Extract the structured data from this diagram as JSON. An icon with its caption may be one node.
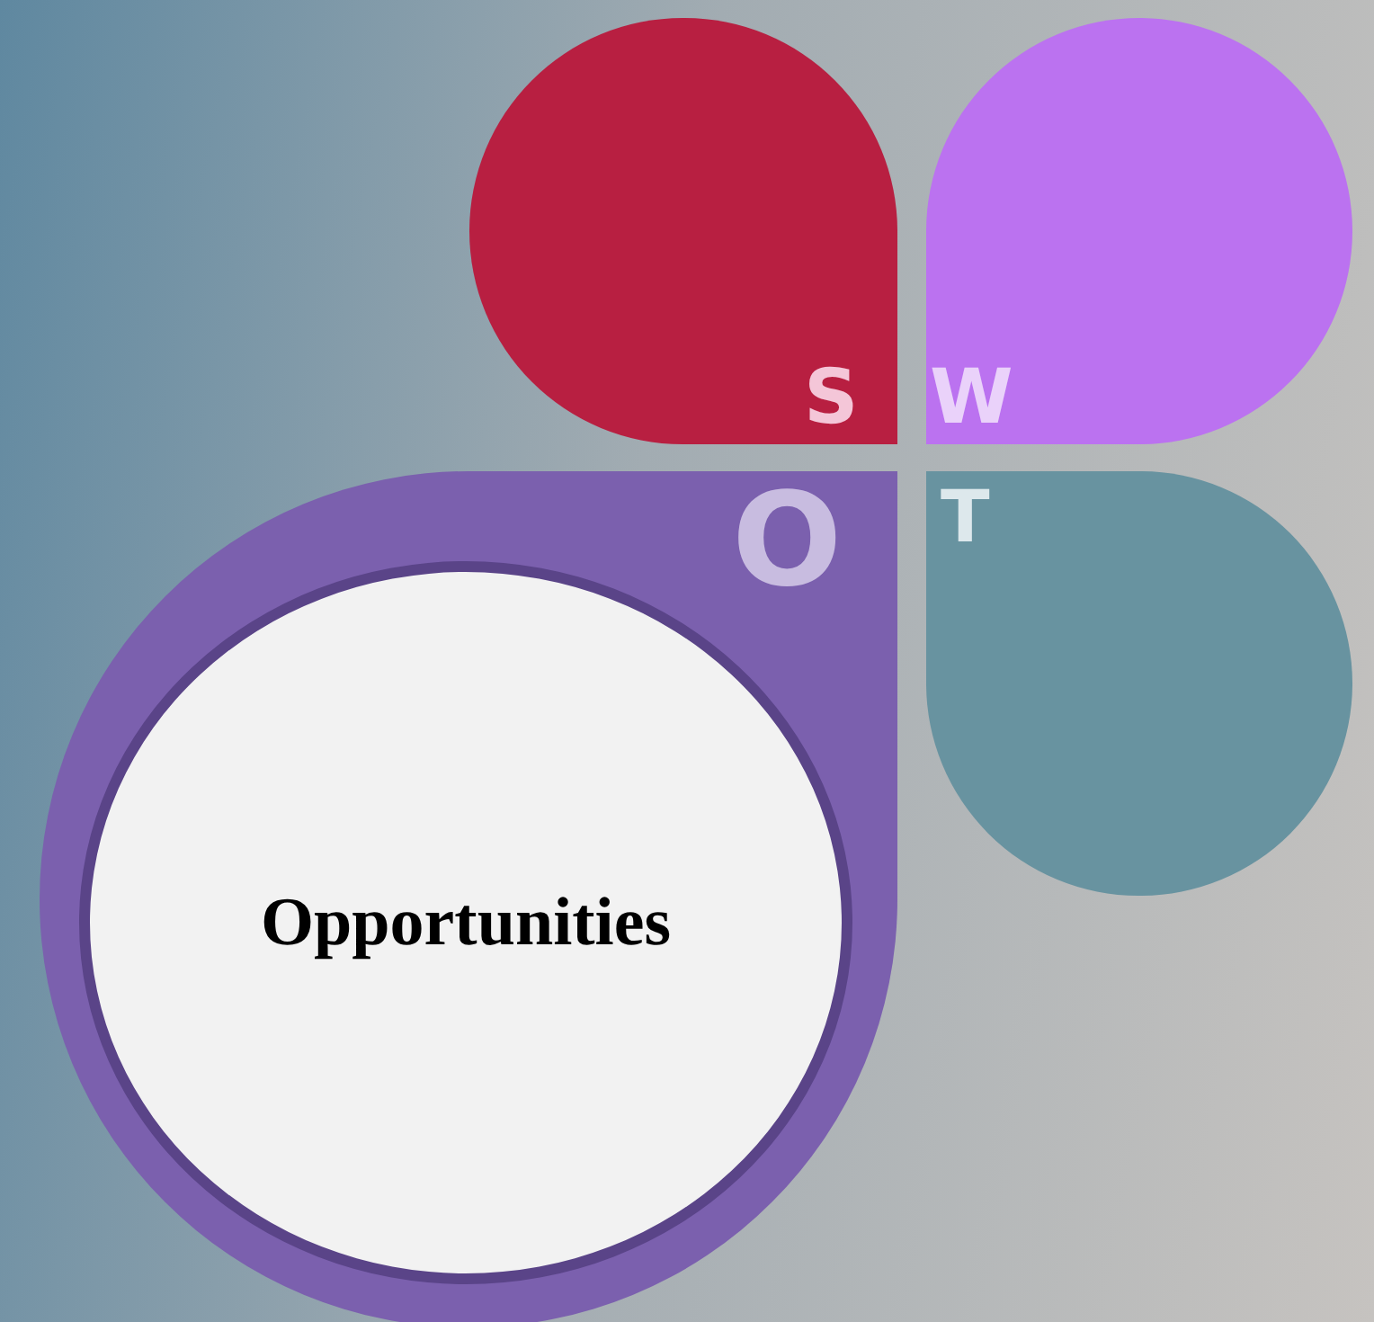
{
  "diagram": {
    "nodes": [
      {
        "text": [
          "S"
        ]
      },
      {
        "text": [
          "W"
        ]
      },
      {
        "text": [
          "O"
        ]
      },
      {
        "text": [
          "Opportunities"
        ],
        "in": 2
      },
      {
        "text": [
          "T"
        ]
      }
    ]
  }
}
